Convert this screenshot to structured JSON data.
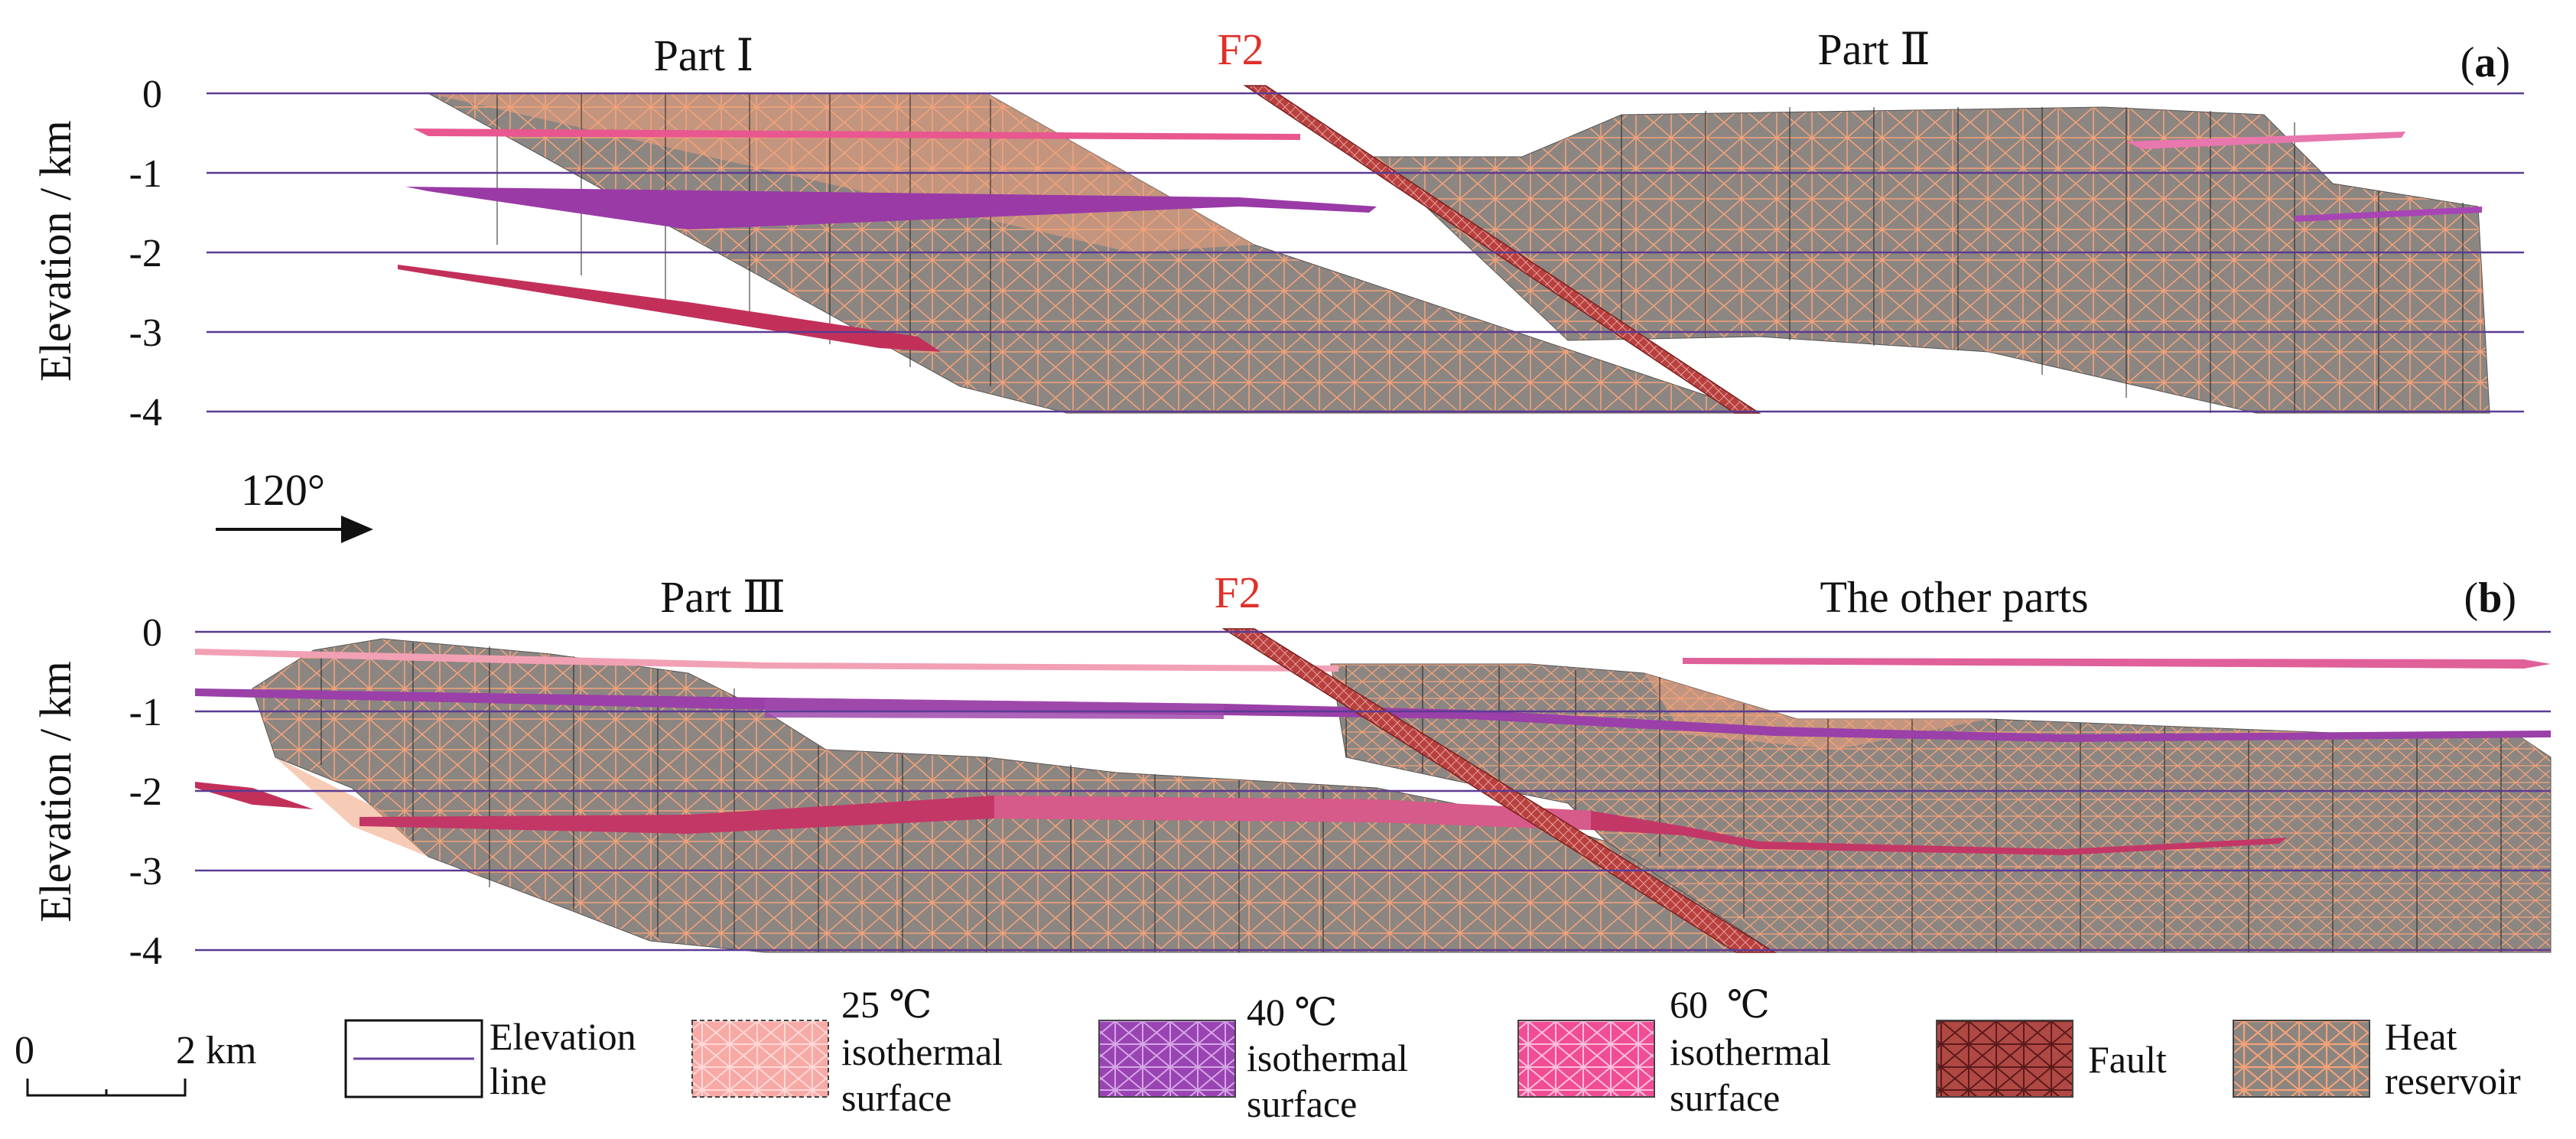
{
  "panel_a": {
    "label_open": "(",
    "label_letter": "a",
    "label_close": ")",
    "part_left": "Part Ⅰ",
    "part_right": "Part Ⅱ",
    "fault_label": "F2",
    "y_axis_label": "Elevation / km",
    "y_ticks": [
      "0",
      "-1",
      "-2",
      "-3",
      "-4"
    ]
  },
  "panel_b": {
    "label_open": "(",
    "label_letter": "b",
    "label_close": ")",
    "part_left": "Part Ⅲ",
    "part_right": "The other parts",
    "fault_label": "F2",
    "y_axis_label": "Elevation / km",
    "y_ticks": [
      "0",
      "-1",
      "-2",
      "-3",
      "-4"
    ]
  },
  "direction": {
    "label": "120°"
  },
  "scale_bar": {
    "start": "0",
    "end": "2 km"
  },
  "legend": {
    "items": [
      {
        "key": "elevation",
        "line1": "Elevation",
        "line2": "line",
        "line3": "",
        "color": "#6a3fa0"
      },
      {
        "key": "iso25",
        "line1": "25 ℃",
        "line2": "isothermal",
        "line3": "surface",
        "color": "#f7a3a0"
      },
      {
        "key": "iso40",
        "line1": "40 ℃",
        "line2": "isothermal",
        "line3": "surface",
        "color": "#9b45b5"
      },
      {
        "key": "iso60",
        "line1": "60  ℃",
        "line2": "isothermal",
        "line3": "surface",
        "color": "#f25a9a"
      },
      {
        "key": "fault",
        "line1": "Fault",
        "line2": "",
        "line3": "",
        "color": "#b54a4a"
      },
      {
        "key": "reservoir",
        "line1": "Heat",
        "line2": "reservoir",
        "line3": "",
        "color": "#8a8580"
      }
    ]
  }
}
